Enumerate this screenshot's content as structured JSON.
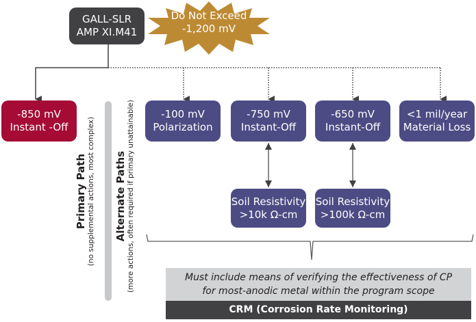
{
  "source": {
    "line1": "GALL-SLR",
    "line2": "AMP XI.M41"
  },
  "warning": {
    "line1": "Do Not Exceed",
    "line2": "-1,200 mV"
  },
  "primary_path": {
    "title": "Primary Path",
    "subtitle": "(no supplemental actions, most complex)",
    "criterion": {
      "line1": "-850 mV",
      "line2": "Instant -Off"
    }
  },
  "alternate_paths": {
    "title": "Alternate Paths",
    "subtitle": "(more actions, often required if primary unattainable)",
    "criteria": [
      {
        "line1": "-100 mV",
        "line2": "Polarization"
      },
      {
        "line1": "-750 mV",
        "line2": "Instant-Off"
      },
      {
        "line1": "-650 mV",
        "line2": "Instant-Off"
      },
      {
        "line1": "<1 mil/year",
        "line2": "Material Loss"
      }
    ],
    "conditions": [
      {
        "line1": "Soil Resistivity",
        "line2": ">10k Ω-cm"
      },
      {
        "line1": "Soil Resistivity",
        "line2": ">100k Ω-cm"
      }
    ]
  },
  "requirement": {
    "line1": "Must include means of verifying the effectiveness of CP",
    "line2": "for most-anodic metal within the program scope"
  },
  "crm": {
    "label": "CRM (Corrosion Rate Monitoring)"
  },
  "colors": {
    "source_box": "#414042",
    "warning_burst": "#bd8a34",
    "primary_box": "#a50b35",
    "alternate_box": "#4d4b84",
    "divider": "#c7c8ca",
    "note_bg": "#d1d3d4",
    "crm_bg": "#414042"
  }
}
